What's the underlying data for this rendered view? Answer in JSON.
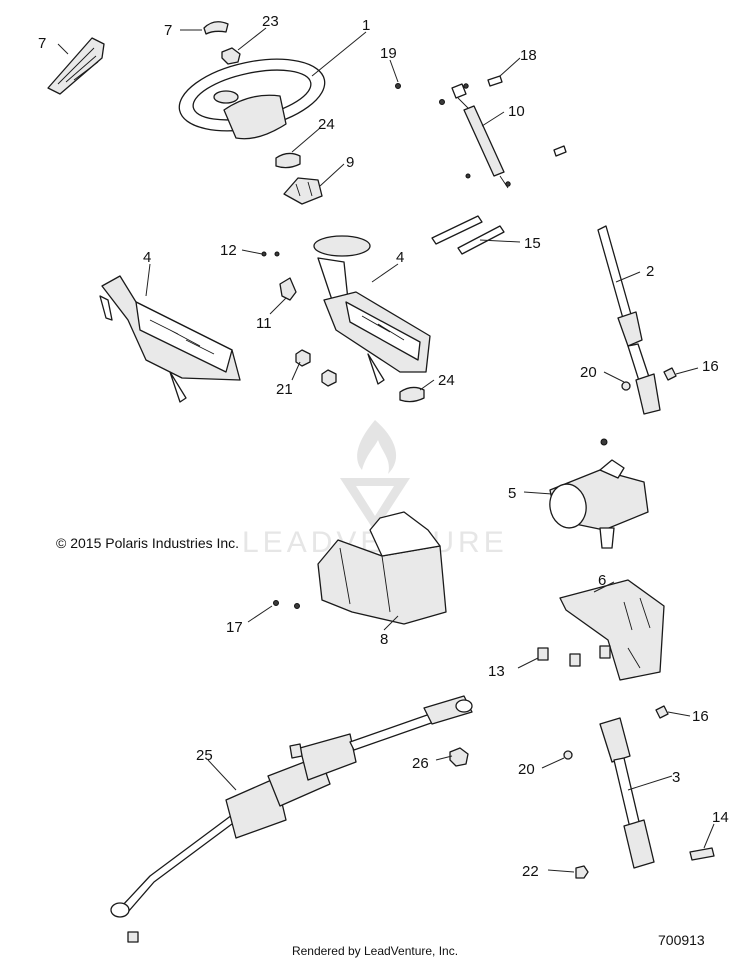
{
  "copyright": "© 2015 Polaris Industries Inc.",
  "footer": "Rendered by LeadVenture, Inc.",
  "diagram_id": "700913",
  "watermark": {
    "text": "LEADVENTURE",
    "color": "#e4e4e4"
  },
  "callouts": {
    "c1": "1",
    "c2": "2",
    "c3": "3",
    "c4a": "4",
    "c4b": "4",
    "c5": "5",
    "c6": "6",
    "c7a": "7",
    "c7b": "7",
    "c8": "8",
    "c9": "9",
    "c10": "10",
    "c11": "11",
    "c12": "12",
    "c13": "13",
    "c14": "14",
    "c15": "15",
    "c16a": "16",
    "c16b": "16",
    "c17": "17",
    "c18": "18",
    "c19": "19",
    "c20a": "20",
    "c20b": "20",
    "c21": "21",
    "c22": "22",
    "c23": "23",
    "c24a": "24",
    "c24b": "24",
    "c25": "25",
    "c26": "26"
  }
}
